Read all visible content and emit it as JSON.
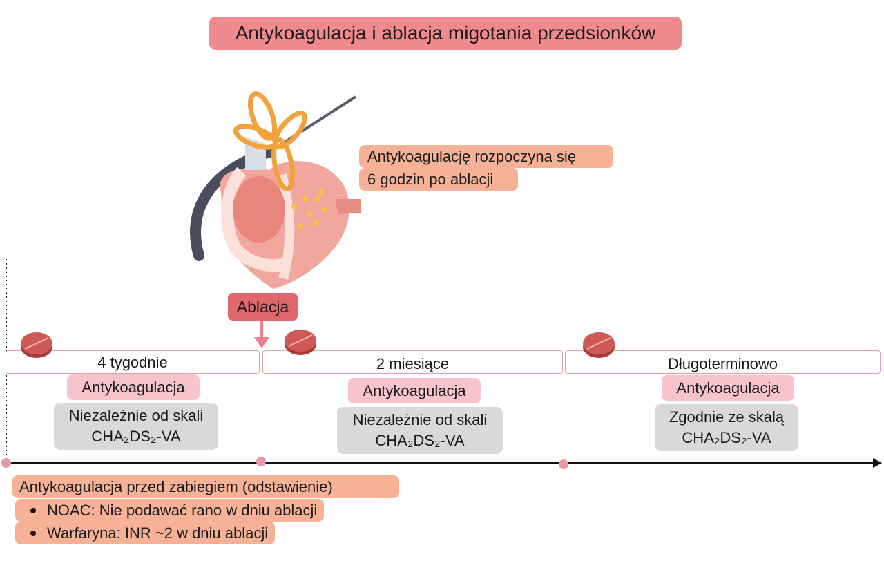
{
  "title": "Antykoagulacja i ablacja migotania przedsionków",
  "note_after_ablation": [
    "Antykoagulację rozpoczyna się",
    "6 godzin po ablacji"
  ],
  "ablation_label": "Ablacja",
  "periods": [
    {
      "duration": "4 tygodnie",
      "tag": "Antykoagulacja",
      "rule": [
        "Niezależnie od skali",
        "CHA₂DS₂-VA"
      ]
    },
    {
      "duration": "2 miesiące",
      "tag": "Antykoagulacja",
      "rule": [
        "Niezależnie od skali",
        "CHA₂DS₂-VA"
      ]
    },
    {
      "duration": "Długoterminowo",
      "tag": "Antykoagulacja",
      "rule": [
        "Zgodnie ze skalą",
        "CHA₂DS₂-VA"
      ]
    }
  ],
  "pre_procedure": {
    "heading": "Antykoagulacja przed zabiegiem (odstawienie)",
    "items": [
      "NOAC: Nie podawać rano w dniu ablacji",
      "Warfaryna: INR ~2 w dniu ablacji"
    ]
  },
  "colors": {
    "title_bg": "#ef8a8f",
    "note_bg": "#f7b196",
    "tag_bg": "#f7c4cb",
    "rule_bg": "#d9d9d9",
    "ablation_bg": "#e0686c",
    "pill": "#c8524f"
  }
}
